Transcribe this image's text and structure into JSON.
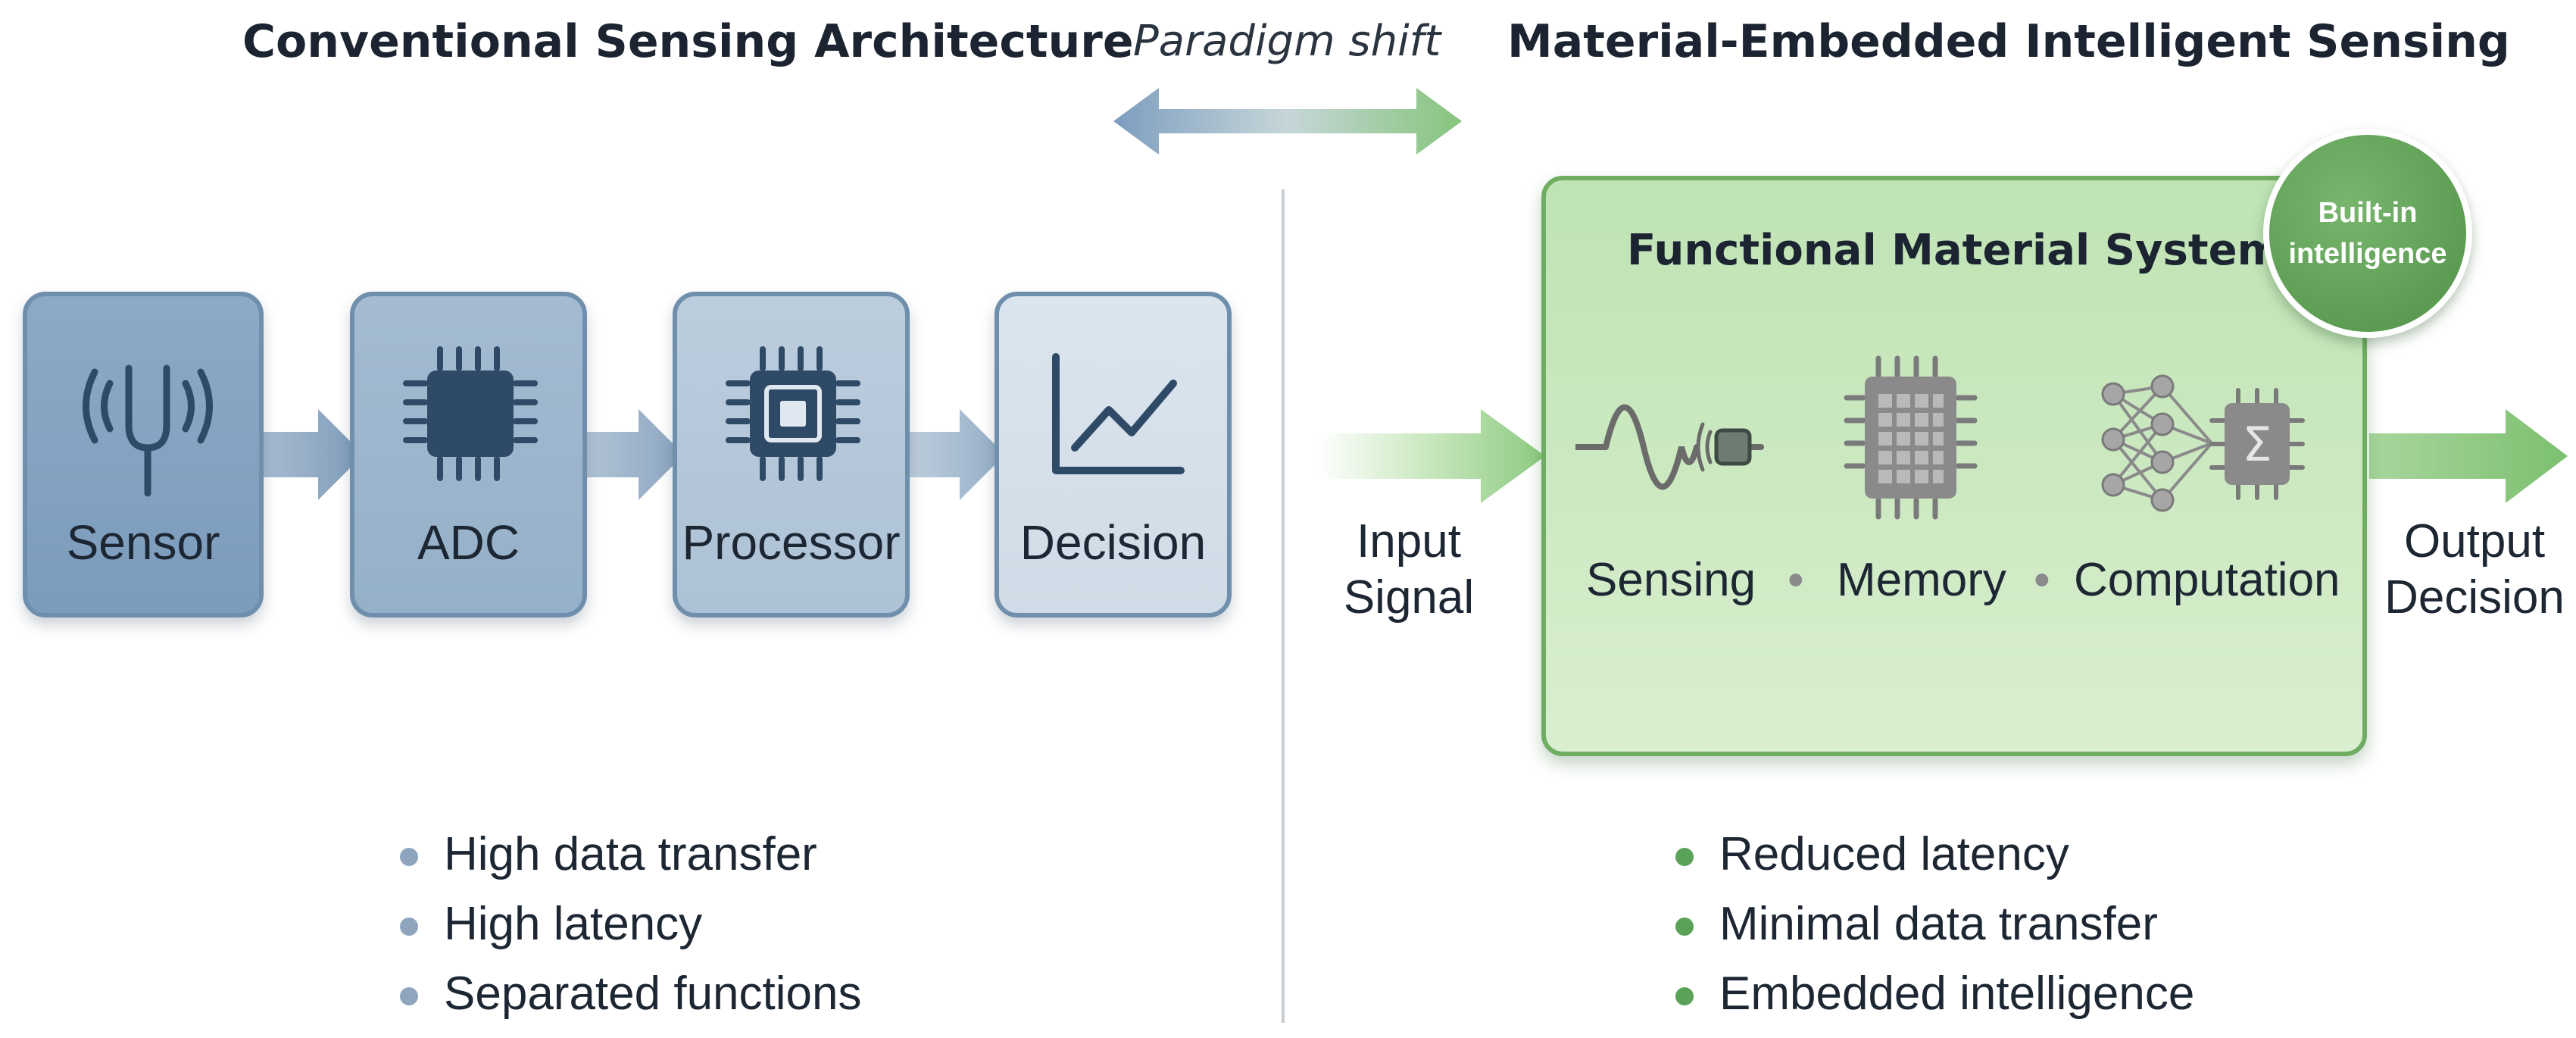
{
  "titles": {
    "left": "Conventional Sensing Architecture",
    "shift": "Paradigm shift",
    "right": "Material-Embedded Intelligent Sensing"
  },
  "pipeline": [
    {
      "label": "Sensor",
      "icon": "tuning-fork-icon"
    },
    {
      "label": "ADC",
      "icon": "chip-icon"
    },
    {
      "label": "Processor",
      "icon": "processor-chip-icon"
    },
    {
      "label": "Decision",
      "icon": "line-chart-icon"
    }
  ],
  "functional_system": {
    "title": "Functional Material System",
    "badge": [
      "Built-in",
      "intelligence"
    ],
    "components": [
      {
        "label": "Sensing",
        "icon": "waveform-sensor-icon"
      },
      {
        "label": "Memory",
        "icon": "memory-chip-icon"
      },
      {
        "label": "Computation",
        "icon": "neural-network-sum-icon"
      }
    ],
    "separator": "•"
  },
  "io": {
    "input": [
      "Input",
      "Signal"
    ],
    "output": [
      "Output",
      "Decision"
    ]
  },
  "left_bullets": [
    "High data transfer",
    "High latency",
    "Separated functions"
  ],
  "right_bullets": [
    "Reduced latency",
    "Minimal data transfer",
    "Embedded intelligence"
  ],
  "colors": {
    "conventional_accent": "#6f8fad",
    "material_accent": "#6fae62",
    "badge": "#5d9d53"
  }
}
